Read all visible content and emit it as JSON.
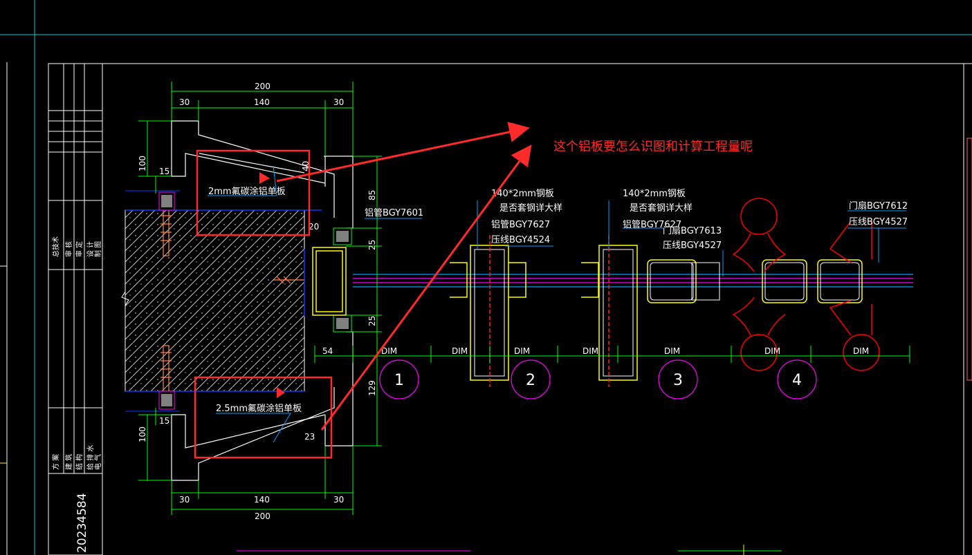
{
  "annotation": {
    "question": "这个铝板要怎么识图和计算工程量呢",
    "color": "#ff2a2a"
  },
  "title_block": {
    "vertical_labels_top": [
      "总技术",
      "审 核",
      "审 定",
      "设 计",
      "制 图"
    ],
    "vertical_labels_bottom": [
      "方 案",
      "建 筑",
      "结 构",
      "给 排 水",
      "电 气"
    ],
    "drawing_no": "20234584"
  },
  "dimensions": {
    "top_total": "200",
    "top_left": "30",
    "top_mid": "140",
    "top_right": "30",
    "bottom_total": "200",
    "bottom_left": "30",
    "bottom_mid": "140",
    "bottom_right": "30",
    "left_upper_height": "100",
    "left_upper_gap": "15",
    "left_lower_gap": "15",
    "left_lower_height": "100",
    "right_85": "85",
    "right_25a": "25",
    "right_25b": "25",
    "right_129": "129",
    "small_20": "20",
    "small_40": "40",
    "small_23": "23",
    "bottom_54": "54",
    "dim_labels": [
      "DIM",
      "DIM",
      "DIM",
      "DIM",
      "DIM",
      "DIM",
      "DIM"
    ]
  },
  "labels": {
    "upper_panel": "2mm氟碳涂铝单板",
    "lower_panel": "2.5mm氟碳涂铝单板",
    "al_tube_left": "铝管BGY7601",
    "s2_line1": "140*2mm钢板",
    "s2_line2": "是否套钢详大样",
    "s2_line3": "铝管BGY7627",
    "s2_line4": "压线BGY4524",
    "s3_line1": "140*2mm钢板",
    "s3_line2": "是否套钢详大样",
    "s3_line3": "铝管BGY7627",
    "s3_line4": "门扇BGY7613",
    "s3_line5": "压线BGY4527",
    "s4_line1": "门扇BGY7612",
    "s4_line2": "压线BGY4527"
  },
  "sections": [
    "1",
    "2",
    "3",
    "4"
  ],
  "colors": {
    "dimension": "#00ff00",
    "frame": "#ffffff",
    "aluminum": "#ffff00",
    "glass": "#0080ff",
    "anchor": "#ff8040",
    "circle": "#ff00ff",
    "hinge": "#ff0000",
    "border": "#00cccc",
    "seal": "#ff00ff"
  }
}
